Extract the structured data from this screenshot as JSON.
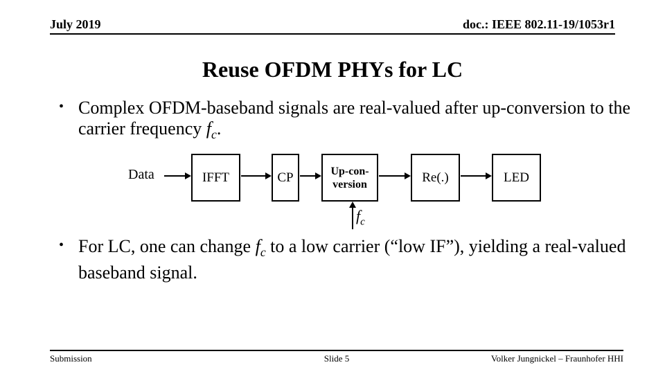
{
  "colors": {
    "background": "#ffffff",
    "text": "#000000",
    "line": "#000000"
  },
  "bullet_char": "•",
  "header": {
    "date": "July 2019",
    "doc": "doc.: IEEE 802.11-19/1053r1"
  },
  "title": "Reuse OFDM PHYs for LC",
  "bullets": [
    {
      "pre": "Complex OFDM-baseband signals are real-valued after up-conversion to the carrier frequency ",
      "sym_base": "f",
      "sym_sub": "c",
      "post": "."
    },
    {
      "pre": "For LC, one can change ",
      "sym_base": "f",
      "sym_sub": "c",
      "post": " to a low carrier (“low IF”), yielding a real-valued baseband signal."
    }
  ],
  "diagram": {
    "source_label": "Data",
    "blocks": [
      {
        "label": "IFFT"
      },
      {
        "label": "CP"
      },
      {
        "line1": "Up-con-",
        "line2": "version"
      },
      {
        "label": "Re(.)"
      },
      {
        "label": "LED"
      }
    ],
    "carrier": {
      "base": "f",
      "sub": "c"
    }
  },
  "footer": {
    "left": "Submission",
    "center": "Slide 5",
    "right": "Volker Jungnickel – Fraunhofer HHI"
  }
}
